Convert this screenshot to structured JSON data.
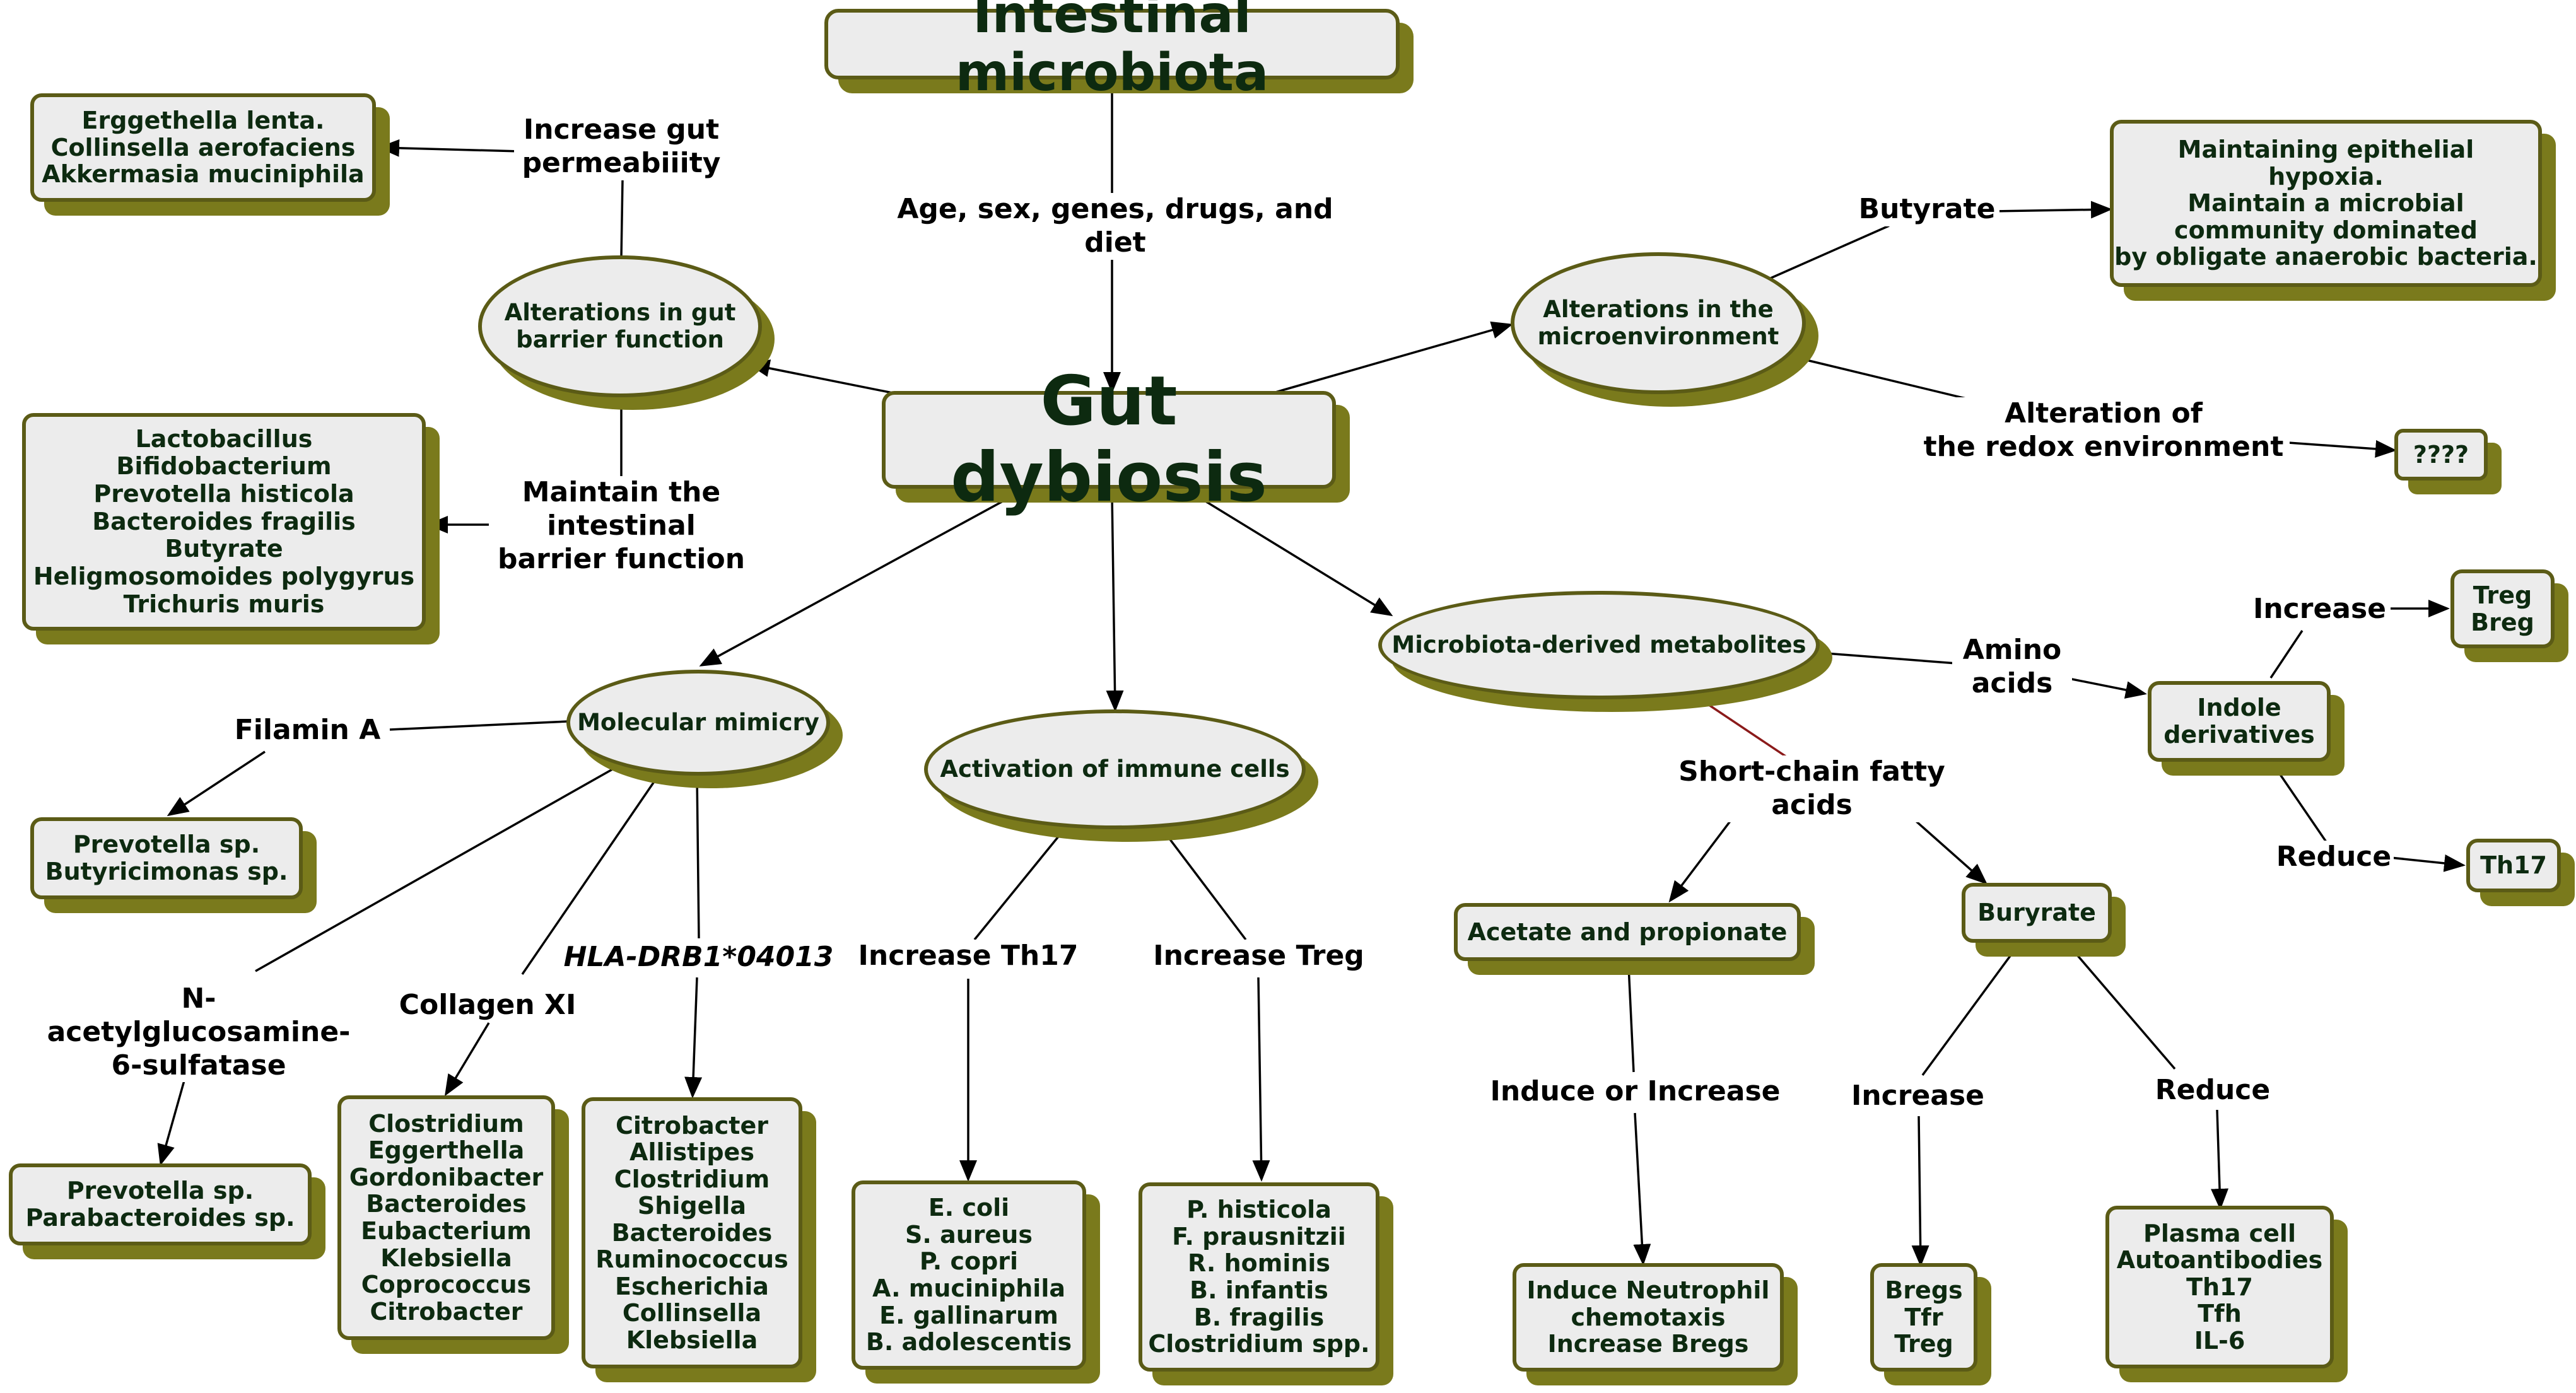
{
  "nodes": {
    "title": "Intestinal microbiota",
    "gut_dysbiosis": "Gut dybiosis",
    "alterations_gut_barrier": "Alterations in gut\nbarrier function",
    "alterations_microenvironment": "Alterations in the\nmicroenvironment",
    "molecular_mimicry": "Molecular mimicry",
    "activation_immune_cells": "Activation of immune cells",
    "microbiota_metabolites": "Microbiota-derived metabolites",
    "increase_permeability_taxa": "Erggethella lenta.\nCollinsella aerofaciens\nAkkermasia muciniphila",
    "maintain_barrier_taxa": "Lactobacillus\nBifidobacterium\nPrevotella histicola\nBacteroides fragilis\nButyrate\nHeligmosomoides polygyrus\nTrichuris muris",
    "butyrate_effects": "Maintaining epithelial\nhypoxia.\nMaintain a microbial\ncommunity dominated\nby obligate anaerobic bacteria.",
    "unknown": "????",
    "filamin_taxa": "Prevotella sp.\nButyricimonas sp.",
    "nacetyl_taxa": "Prevotella sp.\nParabacteroides sp.",
    "collagen_taxa": "Clostridium\nEggerthella\nGordonibacter\nBacteroides\nEubacterium\nKlebsiella\nCoprococcus\nCitrobacter",
    "hla_taxa": "Citrobacter\nAllistipes\nClostridium\nShigella\nBacteroides\nRuminococcus\nEscherichia\nCollinsella\nKlebsiella",
    "th17_taxa": "E. coli\nS. aureus\nP. copri\nA. muciniphila\nE. gallinarum\nB. adolescentis",
    "treg_taxa": "P. histicola\nF. prausnitzii\nR. hominis\nB. infantis\nB. fragilis\nClostridium spp.",
    "acetate_propionate": "Acetate and propionate",
    "buryrate": "Buryrate",
    "neutrophil": "Induce Neutrophil\nchemotaxis\nIncrease Bregs",
    "bregs": "Bregs\nTfr\nTreg",
    "plasma": "Plasma cell\nAutoantibodies\nTh17\nTfh\nIL-6",
    "indole": "Indole\nderivatives",
    "treg_breg": "Treg\nBreg",
    "th17": "Th17"
  },
  "labels": {
    "factors": "Age, sex, genes, drugs, and diet",
    "increase_permeability": "Increase gut\npermeabiiity",
    "maintain_barrier": "Maintain the\nintestinal\nbarrier function",
    "butyrate": "Butyrate",
    "redox": "Alteration of\nthe redox environment",
    "filamin": "Filamin A",
    "nacetyl": "N-acetylglucosamine-\n6-sulfatase",
    "collagen": "Collagen XI",
    "hla": "HLA-DRB1*04013",
    "increase_th17": "Increase Th17",
    "increase_treg": "Increase Treg",
    "amino_acids": "Amino\nacids",
    "scfa": "Short-chain fatty acids",
    "induce_increase": "Induce or Increase",
    "increase_b": "Increase",
    "reduce_b": "Reduce",
    "increase_indole": "Increase",
    "reduce_indole": "Reduce"
  },
  "colors": {
    "box_fill": "#ececec",
    "box_border": "#5b5b16",
    "box_shadow": "#7a7a1c",
    "node_text": "#0d2a10",
    "edge": "#000000",
    "edge_accent": "#8b1a1a"
  }
}
